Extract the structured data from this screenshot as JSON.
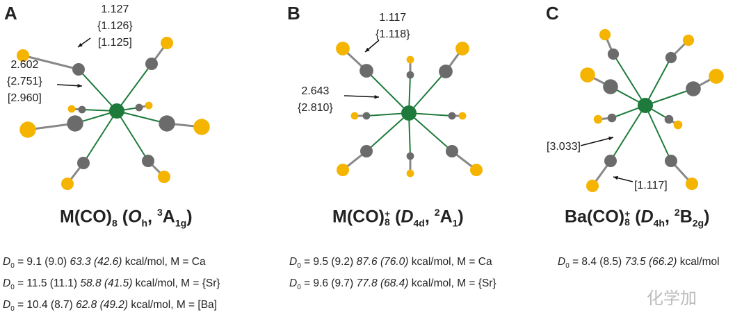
{
  "panels": [
    {
      "label": "A",
      "formula": {
        "base": "M(CO)",
        "sub": "8",
        "charge": "",
        "sym": "O",
        "sym_sub": "h",
        "spin": "3",
        "state": "A",
        "state_sub": "1g"
      },
      "bond_labels": {
        "co": [
          "1.127",
          "{1.126}",
          "[1.125]"
        ],
        "mc": [
          "2.602",
          "{2.751}",
          "[2.960]"
        ]
      },
      "energies": [
        {
          "d": "D",
          "ds": "0",
          "a": "= 9.1 (9.0)",
          "b": "63.3 (42.6)",
          "c": "kcal/mol, M = Ca"
        },
        {
          "d": "D",
          "ds": "0",
          "a": "= 11.5 (11.1)",
          "b": "58.8 (41.5)",
          "c": "kcal/mol, M = {Sr}"
        },
        {
          "d": "D",
          "ds": "0",
          "a": "= 10.4 (8.7)",
          "b": "62.8 (49.2)",
          "c": "kcal/mol, M = [Ba]"
        }
      ]
    },
    {
      "label": "B",
      "formula": {
        "base": "M(CO)",
        "sub": "8",
        "charge": "+",
        "sym": "D",
        "sym_sub": "4d",
        "spin": "2",
        "state": "A",
        "state_sub": "1"
      },
      "bond_labels": {
        "co": [
          "1.117",
          "{1.118}"
        ],
        "mc": [
          "2.643",
          "{2.810}"
        ]
      },
      "energies": [
        {
          "d": "D",
          "ds": "0",
          "a": "= 9.5 (9.2)",
          "b": "87.6 (76.0)",
          "c": "kcal/mol, M = Ca"
        },
        {
          "d": "D",
          "ds": "0",
          "a": "= 9.6 (9.7)",
          "b": "77.8 (68.4)",
          "c": "kcal/mol, M = {Sr}"
        }
      ]
    },
    {
      "label": "C",
      "formula": {
        "base": "Ba(CO)",
        "sub": "8",
        "charge": "+",
        "sym": "D",
        "sym_sub": "4h",
        "spin": "2",
        "state": "B",
        "state_sub": "2g"
      },
      "bond_labels": {
        "mc": [
          "[3.033]"
        ],
        "co": [
          "[1.117]"
        ]
      },
      "energies": [
        {
          "d": "D",
          "ds": "0",
          "a": "= 8.4 (8.5)",
          "b": "73.5 (66.2)",
          "c": "kcal/mol"
        }
      ]
    }
  ],
  "watermark": "化学加",
  "colors": {
    "metal": "#1d7a3a",
    "carbon": "#6b6b6b",
    "oxygen": "#f5b400"
  }
}
